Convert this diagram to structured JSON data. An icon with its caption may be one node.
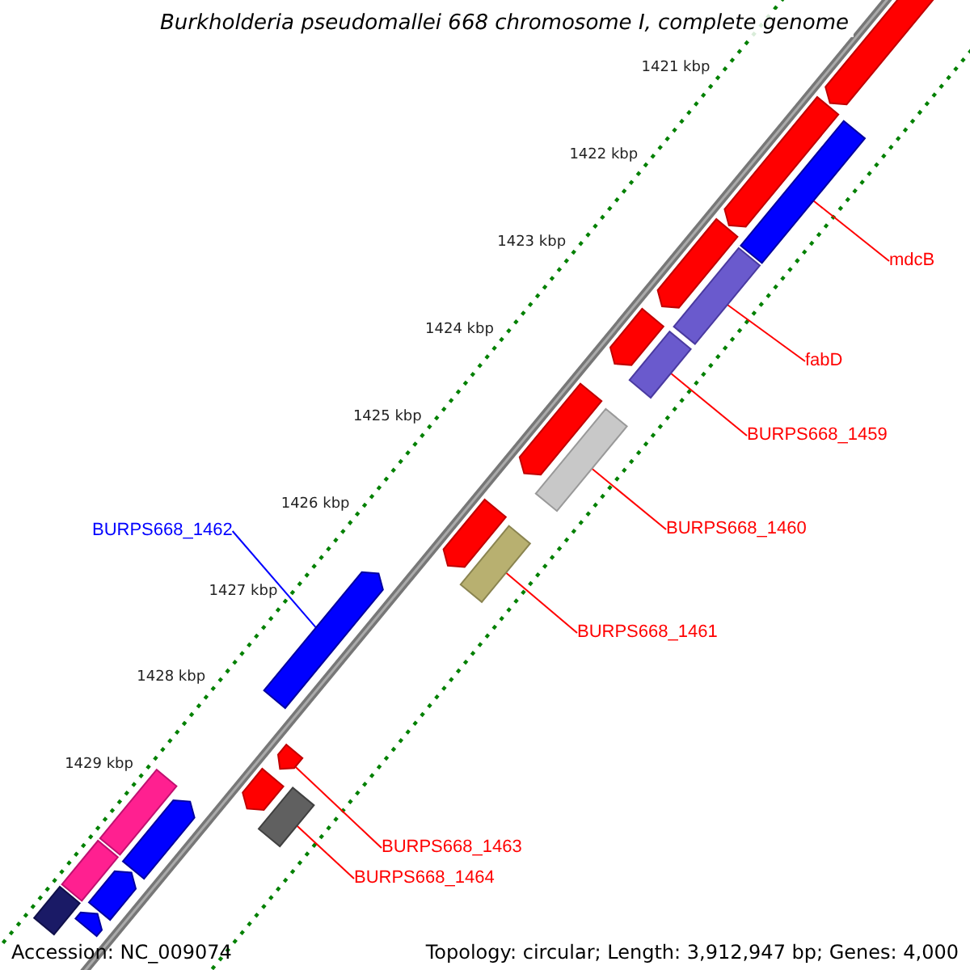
{
  "diagram": {
    "title": "Burkholderia pseudomallei 668 chromosome I, complete genome",
    "nodes": [
      {
        "text": [
          "mdcB"
        ]
      },
      {
        "text": [
          "fabD"
        ]
      },
      {
        "text": [
          "BURPS668_1459"
        ]
      },
      {
        "text": [
          "BURPS668_1460"
        ]
      },
      {
        "text": [
          "BURPS668_1462"
        ]
      },
      {
        "text": [
          "BURPS668_1461"
        ]
      },
      {
        "text": [
          "BURPS668_1463"
        ]
      },
      {
        "text": [
          "BURPS668_1464"
        ]
      },
      {
        "text": [],
        "shape": "bar"
      },
      {
        "text": [],
        "shape": "bar"
      },
      {
        "text": [],
        "shape": "bar"
      },
      {
        "text": [],
        "shape": "bar"
      },
      {
        "text": [],
        "shape": "bar"
      },
      {
        "text": [],
        "shape": "bar"
      },
      {
        "text": [],
        "shape": "bar"
      },
      {
        "text": [],
        "shape": "bar"
      },
      {
        "text": [],
        "shape": "bar"
      },
      {
        "text": [],
        "shape": "bar"
      },
      {
        "text": [],
        "shape": "bar"
      },
      {
        "text": [],
        "shape": "bar"
      },
      {
        "text": [],
        "shape": "bar"
      },
      {
        "text": [],
        "shape": "bar"
      },
      {
        "text": [],
        "shape": "bar"
      },
      {
        "text": [],
        "shape": "bar"
      },
      {
        "text": [],
        "shape": "bar"
      },
      {
        "text": [],
        "shape": "bar"
      },
      {
        "text": [],
        "shape": "bar"
      },
      {
        "text": [],
        "shape": "bar"
      },
      {
        "text": [],
        "shape": "bar"
      }
    ],
    "edges": [
      {
        "from": 0,
        "to": 10,
        "arrow": "none"
      },
      {
        "from": 1,
        "to": 12,
        "arrow": "none"
      },
      {
        "from": 2,
        "to": 14,
        "arrow": "none"
      },
      {
        "from": 3,
        "to": 16,
        "arrow": "none"
      },
      {
        "from": 4,
        "to": 19,
        "arrow": "none",
        "color": "#0000ff"
      },
      {
        "from": 5,
        "to": 18,
        "arrow": "none"
      },
      {
        "from": 6,
        "to": 20,
        "arrow": "none"
      },
      {
        "from": 7,
        "to": 21,
        "arrow": "none"
      }
    ],
    "labels": [
      "1421 kbp",
      "1422 kbp",
      "1423 kbp",
      "1424 kbp",
      "1425 kbp",
      "1426 kbp",
      "1427 kbp",
      "1428 kbp",
      "1429 kbp",
      "Accession: NC_009074",
      "Topology: circular; Length: 3,912,947 bp; Genes: 4,000"
    ]
  }
}
